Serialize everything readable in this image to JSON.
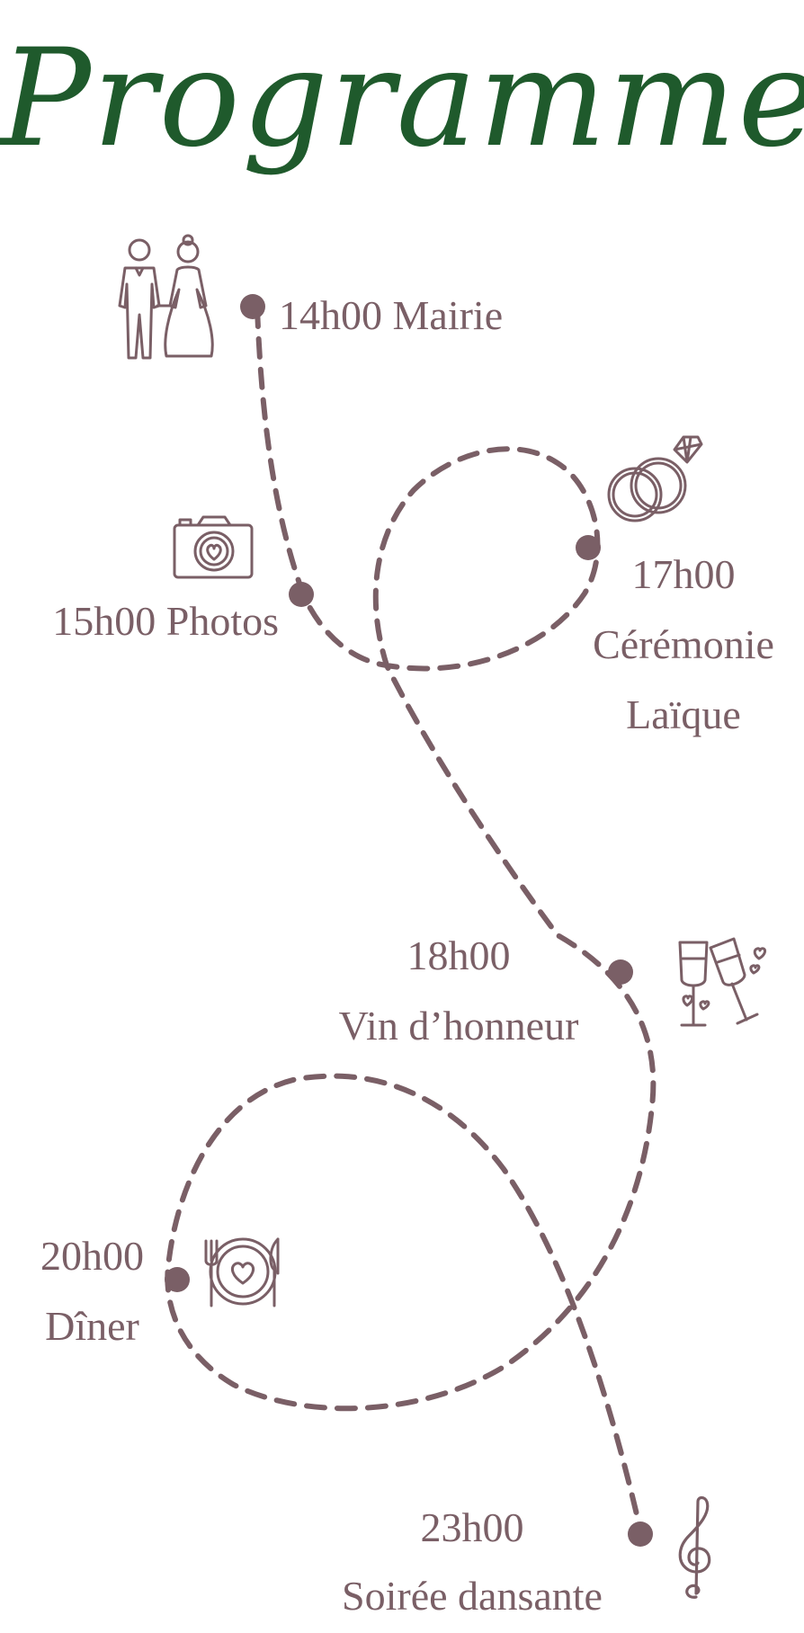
{
  "title": "Programme",
  "colors": {
    "title": "#1f5a2c",
    "path": "#7a5f66",
    "text": "#7a5f66"
  },
  "events": [
    {
      "time": "14h00",
      "name": "Mairie",
      "icon": "bride-groom-icon"
    },
    {
      "time": "15h00",
      "name": "Photos",
      "icon": "camera-heart-icon"
    },
    {
      "time": "17h00",
      "name": "Cérémonie Laïque",
      "name_line1": "Cérémonie",
      "name_line2": "Laïque",
      "icon": "wedding-rings-icon"
    },
    {
      "time": "18h00",
      "name": "Vin d’honneur",
      "icon": "champagne-glasses-icon"
    },
    {
      "time": "20h00",
      "name": "Dîner",
      "icon": "dinner-plate-icon"
    },
    {
      "time": "23h00",
      "name": "Soirée dansante",
      "icon": "treble-clef-icon"
    }
  ]
}
